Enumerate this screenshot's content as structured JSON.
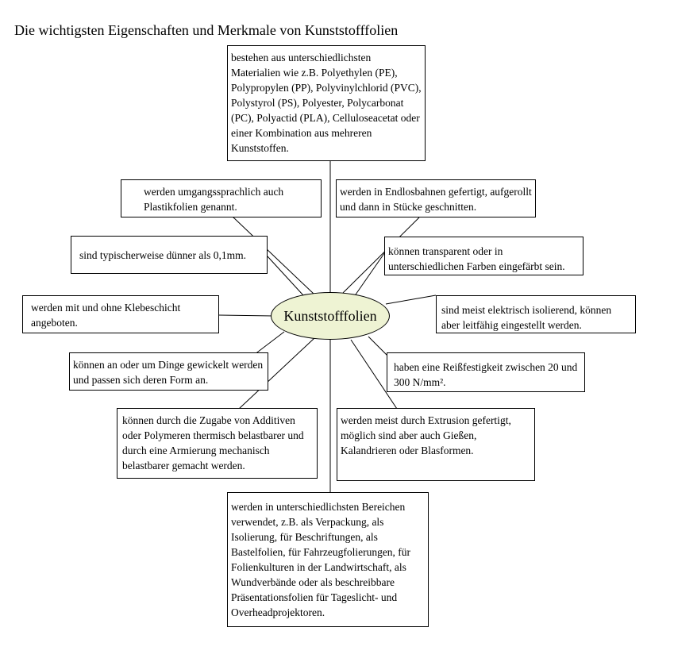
{
  "title": "Die wichtigsten Eigenschaften und Merkmale von Kunststofffolien",
  "center": "Kunststofffolien",
  "boxes": {
    "materials": "bestehen aus unterschiedlichsten Materialien wie z.B. Polyethylen (PE), Polypropylen (PP), Polyvinylchlorid (PVC), Polystyrol (PS), Polyester, Polycarbonat (PC), Polyactid (PLA), Celluloseacetat oder einer Kombination aus mehreren Kunststoffen.",
    "plastikfolien": "werden umgangssprachlich auch Plastikfolien genannt.",
    "endlos": "werden in Endlosbahnen gefertigt, aufgerollt und dann in Stücke geschnitten.",
    "duenner": "sind typischerweise dünner als 0,1mm.",
    "transparent": "können transparent oder in unterschiedlichen Farben eingefärbt sein.",
    "klebe": "werden mit und ohne Klebeschicht angeboten.",
    "isolierend": "sind meist elektrisch isolierend, können aber leitfähig eingestellt werden.",
    "gewickelt": "können an oder um Dinge gewickelt werden und passen sich deren Form an.",
    "reiss": "haben eine Reißfestigkeit zwischen 20 und 300 N/mm².",
    "additive": "können durch die Zugabe von Additiven oder Polymeren thermisch belastbarer und durch eine Armierung mechanisch belastbarer gemacht werden.",
    "extrusion": "werden meist durch Extrusion gefertigt, möglich sind aber auch Gießen, Kalandrieren oder Blasformen.",
    "bereiche": "werden in unterschiedlichsten Bereichen verwendet, z.B. als Verpackung, als Isolierung, für Beschriftungen, als Bastelfolien, für Fahrzeugfolierungen, für Folienkulturen in der Landwirtschaft, als Wundverbände oder als beschreibbare Präsentationsfolien für Tageslicht- und Overheadprojektoren."
  }
}
